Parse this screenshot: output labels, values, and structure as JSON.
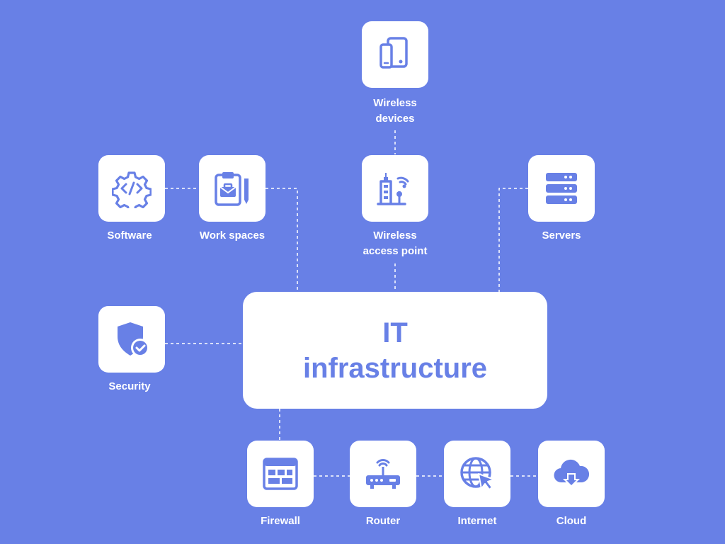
{
  "colors": {
    "background": "#6880E6",
    "tile": "#FFFFFF",
    "icon": "#6880E6",
    "connector": "#FFFFFF"
  },
  "center": {
    "line1": "IT",
    "line2": "infrastructure"
  },
  "nodes": {
    "wireless_devices": {
      "line1": "Wireless",
      "line2": "devices",
      "icon": "phone-tablet-icon"
    },
    "software": {
      "label": "Software",
      "icon": "gear-code-icon"
    },
    "work_spaces": {
      "label": "Work spaces",
      "icon": "clipboard-pencil-icon"
    },
    "wireless_access_point": {
      "line1": "Wireless",
      "line2": "access point",
      "icon": "building-wifi-icon"
    },
    "servers": {
      "label": "Servers",
      "icon": "server-rack-icon"
    },
    "security": {
      "label": "Security",
      "icon": "shield-check-icon"
    },
    "firewall": {
      "label": "Firewall",
      "icon": "firewall-icon"
    },
    "router": {
      "label": "Router",
      "icon": "router-icon"
    },
    "internet": {
      "label": "Internet",
      "icon": "globe-cursor-icon"
    },
    "cloud": {
      "label": "Cloud",
      "icon": "cloud-download-icon"
    }
  }
}
